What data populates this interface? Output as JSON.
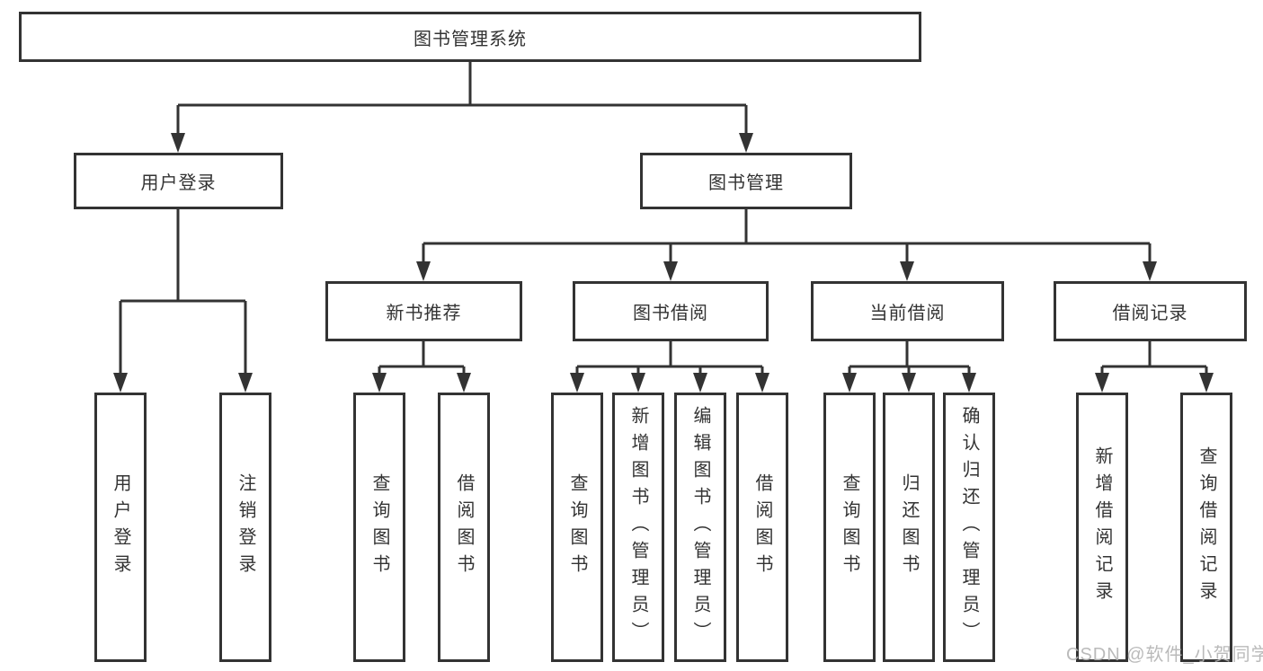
{
  "diagram": {
    "type": "hierarchy-tree",
    "colors": {
      "line": "#333333",
      "box_border": "#333333",
      "box_fill": "#ffffff",
      "text": "#333333",
      "background": "#ffffff",
      "watermark_text": "#b3b3b3"
    },
    "tree": {
      "label": "图书管理系统",
      "children": [
        {
          "label": "用户登录",
          "children": [
            {
              "label": "用户登录"
            },
            {
              "label": "注销登录"
            }
          ]
        },
        {
          "label": "图书管理",
          "children": [
            {
              "label": "新书推荐",
              "children": [
                {
                  "label": "查询图书"
                },
                {
                  "label": "借阅图书"
                }
              ]
            },
            {
              "label": "图书借阅",
              "children": [
                {
                  "label": "查询图书"
                },
                {
                  "label": "新增图书（管理员）"
                },
                {
                  "label": "编辑图书（管理员）"
                },
                {
                  "label": "借阅图书"
                }
              ]
            },
            {
              "label": "当前借阅",
              "children": [
                {
                  "label": "查询图书"
                },
                {
                  "label": "归还图书"
                },
                {
                  "label": "确认归还（管理员）"
                }
              ]
            },
            {
              "label": "借阅记录",
              "children": [
                {
                  "label": "新增借阅记录"
                },
                {
                  "label": "查询借阅记录"
                }
              ]
            }
          ]
        }
      ]
    }
  },
  "watermark": {
    "text": "CSDN @软件_小贺同学"
  }
}
